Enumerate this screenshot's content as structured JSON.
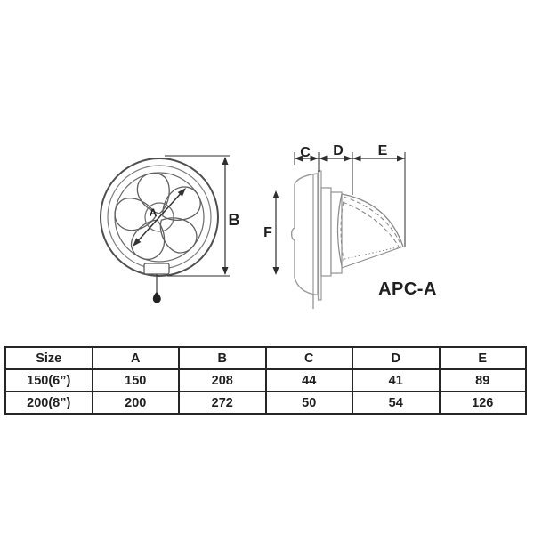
{
  "drawing": {
    "front_view": {
      "dim_a_label": "A",
      "dim_b_label": "B"
    },
    "side_view": {
      "dim_c_label": "C",
      "dim_d_label": "D",
      "dim_e_label": "E",
      "dim_f_label": "F",
      "model_label": "APC-A"
    }
  },
  "spec_table": {
    "headers": [
      "Size",
      "A",
      "B",
      "C",
      "D",
      "E"
    ],
    "rows": [
      {
        "cells": [
          "150(6”)",
          "150",
          "208",
          "44",
          "41",
          "89"
        ]
      },
      {
        "cells": [
          "200(8”)",
          "200",
          "272",
          "50",
          "54",
          "126"
        ]
      }
    ]
  },
  "colors": {
    "background": "#ffffff",
    "drawing_line": "#6a6a6a",
    "panel_line": "#9a9a9a",
    "dimension_line": "#2e2e2e",
    "text": "#1f1f1f",
    "table_border": "#262626"
  }
}
